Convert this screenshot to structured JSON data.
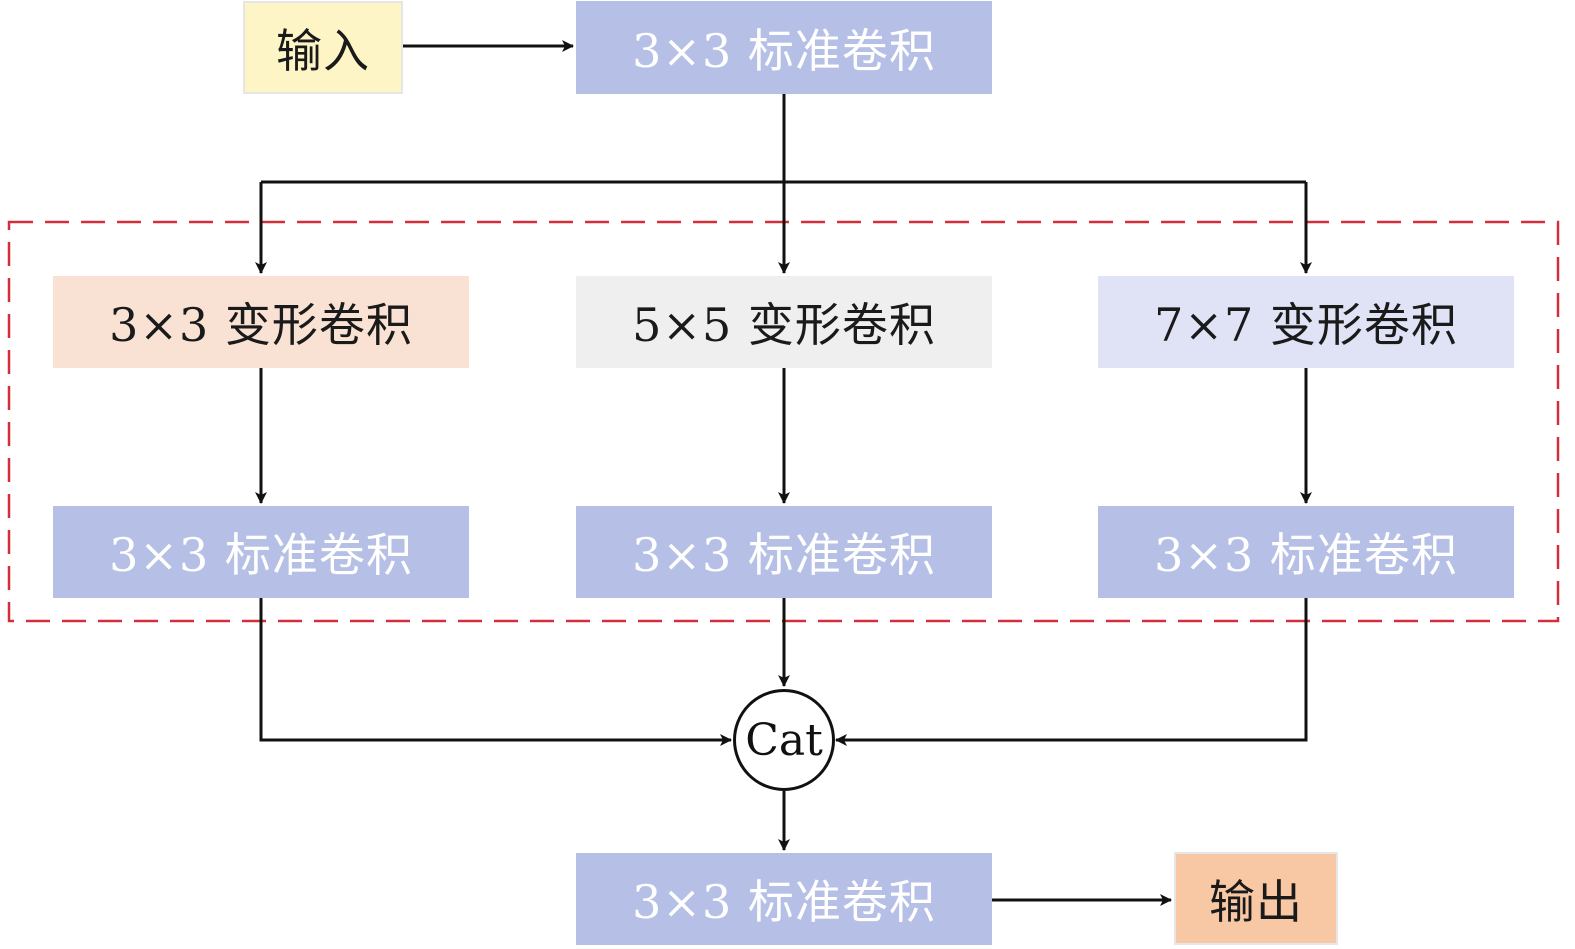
{
  "nodes": {
    "input": "输入",
    "top_conv": "3×3 标准卷积",
    "deform_3x3": "3×3 变形卷积",
    "deform_5x5": "5×5 变形卷积",
    "deform_7x7": "7×7 变形卷积",
    "std_conv_left": "3×3 标准卷积",
    "std_conv_mid": "3×3 标准卷积",
    "std_conv_right": "3×3 标准卷积",
    "cat": "Cat",
    "bottom_conv": "3×3 标准卷积",
    "output": "输出"
  },
  "colors": {
    "standard_conv_fill": "#b6c0e6",
    "deform_3x3_fill": "#f9e2d4",
    "deform_5x5_fill": "#efefef",
    "deform_7x7_fill": "#dfe3f5",
    "input_fill": "#fdf5c6",
    "output_fill": "#f7c8a3",
    "dashed_region_stroke": "#d1303a",
    "arrow_stroke": "#111111"
  }
}
